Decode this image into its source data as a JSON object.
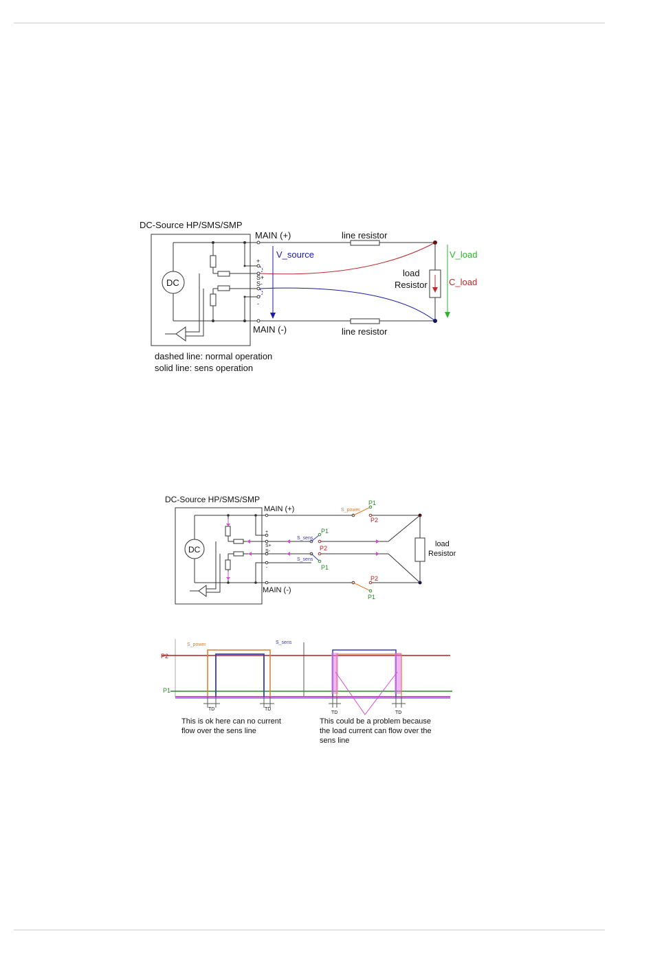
{
  "diagram1": {
    "title": "DC-Source HP/SMS/SMP",
    "dc_label": "DC",
    "main_plus": "MAIN (+)",
    "main_minus": "MAIN (-)",
    "line_resistor_top": "line resistor",
    "line_resistor_bottom": "line resistor",
    "v_source": "V_source",
    "v_load": "V_load",
    "c_load": "C_load",
    "load_label_1": "load",
    "load_label_2": "Resistor",
    "term_plus": "+",
    "term_splus": "S+",
    "term_sminus": "S-",
    "term_minus": "-",
    "legend_dashed": "dashed line: normal operation",
    "legend_solid": "solid line: sens operation",
    "colors": {
      "v_source": "#1a1aa8",
      "v_load": "#2bb52b",
      "c_load": "#c0282d"
    }
  },
  "diagram2": {
    "title": "DC-Source HP/SMS/SMP",
    "dc_label": "DC",
    "main_plus": "MAIN (+)",
    "main_minus": "MAIN (-)",
    "s_power": "S_power",
    "s_sens_top": "S_sens",
    "s_sens_bottom": "S_sens",
    "p1_top": "P1",
    "p2_top": "P2",
    "p1_sens_top": "P1",
    "p2_sens_mid": "P2",
    "p1_sens_bottom": "P1",
    "p2_bottom": "P2",
    "p1_bottom": "P1",
    "load_label_1": "load",
    "load_label_2": "Resistor",
    "term_plus": "+",
    "term_splus": "S+",
    "term_sminus": "S-",
    "term_minus": "-",
    "colors": {
      "s_power": "#e07a2c",
      "s_sens": "#3a3ab0",
      "p1": "#2a8a2a",
      "p2": "#b02020",
      "flow": "#d24fd2"
    }
  },
  "timing": {
    "s_power": "S_power",
    "s_sens": "S_sens",
    "p2": "P2",
    "p1": "P1",
    "td": "TD",
    "note_left_1": "This is ok here can no current",
    "note_left_2": "flow over the sens line",
    "note_right_1": "This could be a problem because",
    "note_right_2": "the load current can flow over the",
    "note_right_3": "sens line"
  }
}
